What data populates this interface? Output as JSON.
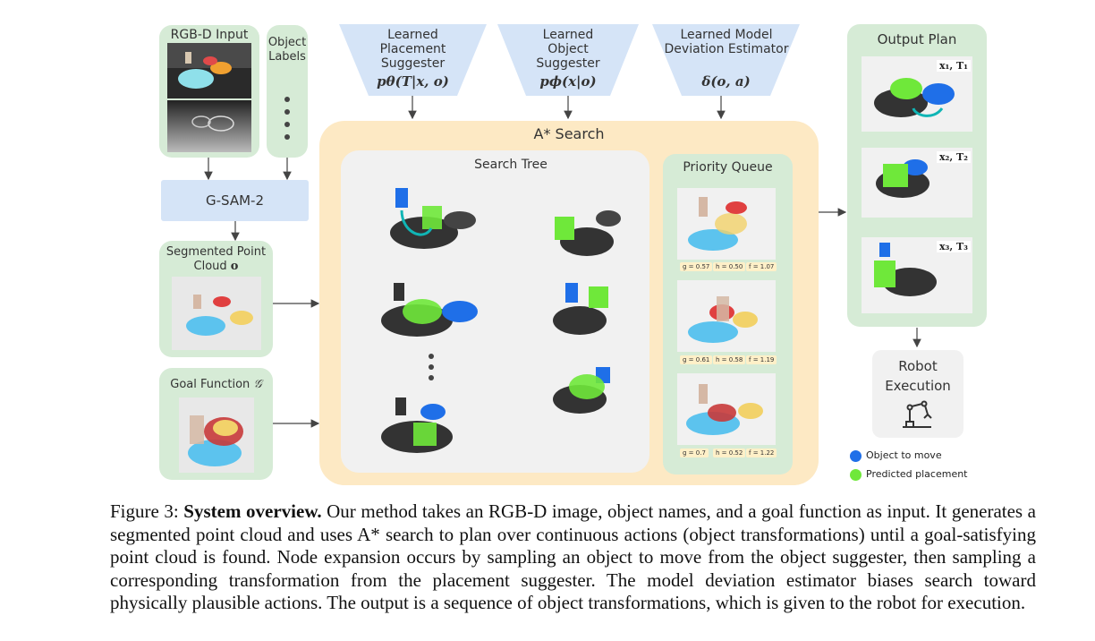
{
  "inputs": {
    "rgbd_label": "RGB-D Input",
    "object_labels": "Object Labels",
    "gsam": "G-SAM-2",
    "segmented_label": "Segmented Point Cloud",
    "segmented_symbol": "o",
    "goal_label": "Goal Function",
    "goal_symbol": "𝒢"
  },
  "learned": [
    {
      "title": "Learned Placement Suggester",
      "formula": "pθ(T|x, o)"
    },
    {
      "title": "Learned Object Suggester",
      "formula": "pϕ(x|o)"
    },
    {
      "title": "Learned Model Deviation Estimator",
      "formula": "δ(o, a)"
    }
  ],
  "search": {
    "title": "A* Search",
    "tree_title": "Search Tree",
    "queue_title": "Priority Queue",
    "queue_scores": [
      [
        "g = 0.57",
        "h = 0.50",
        "f = 1.07"
      ],
      [
        "g = 0.61",
        "h = 0.58",
        "f = 1.19"
      ],
      [
        "g = 0.7",
        "h = 0.52",
        "f = 1.22"
      ]
    ]
  },
  "output": {
    "title": "Output Plan",
    "steps": [
      "x₁, T₁",
      "x₂, T₂",
      "x₃, T₃"
    ],
    "robot": "Robot Execution"
  },
  "legend": [
    {
      "label": "Object to move",
      "color": "#1f6fe8"
    },
    {
      "label": "Predicted placement",
      "color": "#6fe83a"
    }
  ],
  "caption": {
    "figure": "Figure 3:",
    "bold": "System overview.",
    "text": "Our method takes an RGB-D image, object names, and a goal function as input. It generates a segmented point cloud and uses A* search to plan over continuous actions (object transformations) until a goal-satisfying point cloud is found. Node expansion occurs by sampling an object to move from the object suggester, then sampling a corresponding transformation from the placement suggester. The model deviation estimator biases search toward physically plausible actions. The output is a sequence of object transformations, which is given to the robot for execution."
  }
}
